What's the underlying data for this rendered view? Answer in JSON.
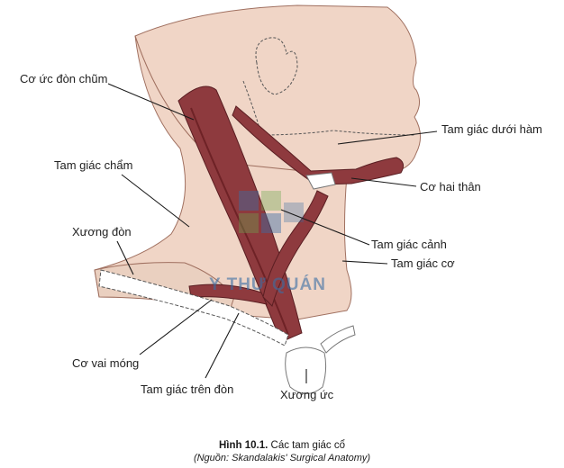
{
  "labels": {
    "sternocleidomastoid": "Cơ ức đòn chũm",
    "submandibular": "Tam giác dưới hàm",
    "occipital": "Tam giác chẩm",
    "digastric": "Cơ hai thân",
    "clavicle": "Xương đòn",
    "carotid": "Tam giác cảnh",
    "muscular": "Tam giác cơ",
    "omohyoid": "Cơ vai móng",
    "supraclavicular": "Tam giác trên đòn",
    "sternum": "Xương ức"
  },
  "watermark": {
    "text": "Y THƯ QUÁN",
    "color": "#3a6ea5"
  },
  "caption": {
    "figure_number": "Hình 10.1.",
    "title": "Các tam giác cổ",
    "source": "(Nguồn: Skandalakis' Surgical Anatomy)"
  },
  "colors": {
    "skin": "#f0d5c6",
    "muscle": "#8e3a3e",
    "muscle_dark": "#6e2226",
    "bone": "#ffffff"
  }
}
